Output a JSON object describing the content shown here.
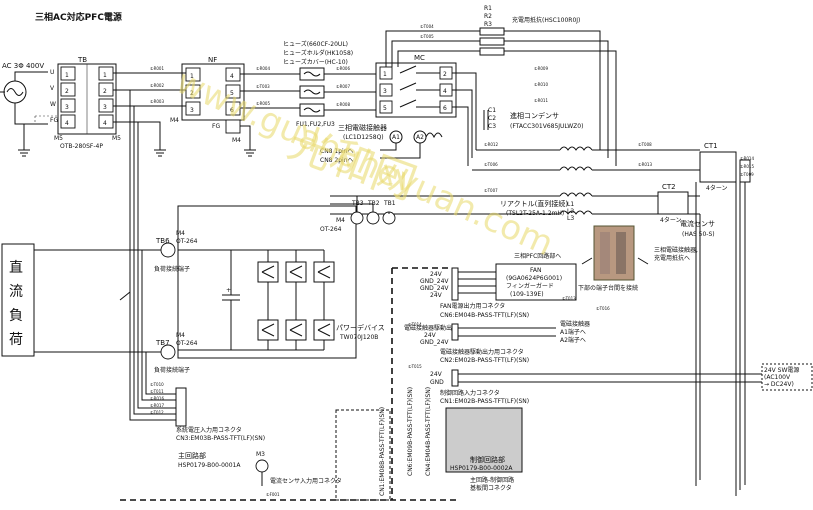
{
  "title": "三相AC対応PFC電源",
  "source": {
    "label": "AC 3Φ 400V",
    "phases": [
      "U",
      "V",
      "W",
      "FG"
    ]
  },
  "dc_load": {
    "chars": [
      "直",
      "流",
      "負",
      "荷"
    ]
  },
  "tb": {
    "name": "TB",
    "part": "OTB-280SF-4P",
    "terms": [
      "1",
      "2",
      "3",
      "4"
    ],
    "screw_left": "M5",
    "screw_right": "M5"
  },
  "nf": {
    "name": "NF",
    "terms_in": [
      "1",
      "2",
      "3"
    ],
    "terms_out": [
      "4",
      "5",
      "6"
    ],
    "fg": "FG",
    "m4": "M4",
    "m4b": "M4"
  },
  "fuse": {
    "labels": [
      "ヒューズ(660CF-20UL)",
      "ヒューズホルダ(HK1058)",
      "ヒューズカバー(HC-10)"
    ],
    "group": "FU1,FU2,FU3"
  },
  "mc": {
    "name": "MC",
    "terms": [
      "1",
      "2",
      "3",
      "4",
      "5",
      "6"
    ],
    "label1": "三相電磁接触器",
    "label2": "(LC1D1258Q)",
    "a1": "A1",
    "a2": "A2"
  },
  "cn8": {
    "a": "CN8 1pinへ",
    "b": "CN8 2pinへ"
  },
  "resistor": {
    "names": [
      "R1",
      "R2",
      "R3"
    ],
    "label": "充電用抵抗(HSC100R0J)"
  },
  "capacitor": {
    "names": [
      "C1",
      "C2",
      "C3"
    ],
    "label1": "進相コンデンサ",
    "label2": "(FTACC301V685JULWZ0)"
  },
  "reactor": {
    "label1": "リアクトル(直列接続)",
    "label2": "(TSL2T-25A-1.2mH)",
    "names": [
      "L1",
      "L2",
      "L3"
    ]
  },
  "ct": {
    "ct1": "CT1",
    "ct2": "CT2",
    "turns": "4ターン",
    "turns2": "4ターン",
    "label1": "電流センサ",
    "label2": "(HAS 50-S)"
  },
  "tbp": {
    "names": [
      "TB3",
      "TB2",
      "TB1"
    ],
    "m4": "M4",
    "part": "OT-264"
  },
  "tb6": {
    "name": "TB6",
    "m4": "M4",
    "part": "OT-264",
    "label": "負荷接続端子"
  },
  "tb7": {
    "name": "TB7",
    "m4": "M4",
    "part": "OT-264",
    "label": "負荷接続端子"
  },
  "power_device": {
    "label": "パワーデバイス",
    "part": "TW070J120B"
  },
  "fan": {
    "name": "FAN",
    "part": "(9GA0624P6G001)",
    "guard": "フィンガーガード",
    "guard_part": "(109-139E)",
    "pins": [
      "24V",
      "GND_24V",
      "GND_24V",
      "24V"
    ]
  },
  "fan_connector": {
    "label1": "FAN電源出力用コネクタ",
    "label2": "CN6:EM04B-PASS-TFT(LF)(SN)"
  },
  "mc_drive": {
    "label": "電磁接触器駆動出力",
    "a1": "電磁接触器",
    "a1b": "A1端子へ",
    "a2b": "A2端子へ",
    "pins": [
      "24V",
      "GND_24V"
    ]
  },
  "mc_connector": {
    "label1": "電磁接触器駆動出力用コネクタ",
    "label2": "CN2:EM02B-PASS-TFT(LF)(SN)"
  },
  "ctrl_input": {
    "label1": "制御回路入力コネクタ",
    "label2": "CN1:EM02B-PASS-TFT(LF)(SN)",
    "pins": [
      "24V",
      "GND"
    ]
  },
  "ps24": {
    "label1": "24V SW電源",
    "label2": "(AC100V",
    "label3": "→ DC24V)"
  },
  "vin_connector": {
    "label1": "系統電圧入力用コネクタ",
    "label2": "CN3:EM03B-PASS-TFT(LF)(SN)"
  },
  "main_circuit": {
    "label": "主回路部",
    "part": "HSP0179-B00-0001A",
    "m3": "M3"
  },
  "ctrl_circuit": {
    "label": "制御回路部",
    "part": "HSP0179-B00-0002A"
  },
  "board_connector": {
    "label1": "主回路-制御回路",
    "label2": "基板間コネクタ"
  },
  "current_connector": {
    "label": "電流センサ入力用コネクタ"
  },
  "vert_connectors": [
    "CN1:EM08B-PASS-TFT(LF)(SN)",
    "CN6:EM09B-PASS-TFT(LF)(SN)",
    "CN4:EM04B-PASS-TFT(LF)(SN)"
  ],
  "photo": {
    "label1": "三相PFC回路部へ",
    "label2": "三相電磁接触器,",
    "label3": "充電用抵抗へ",
    "label4": "下部の端子台間を接続"
  },
  "wire_ids": [
    "①R001",
    "①R002",
    "①R003",
    "①R004",
    "①T003",
    "①R005",
    "①R006",
    "①R007",
    "①R008",
    "①T004",
    "①T005",
    "①R009",
    "①R010",
    "①R011",
    "①R012",
    "①T006",
    "①T007",
    "①T008",
    "①R013",
    "①R014",
    "①R015",
    "①T009",
    "①T010",
    "①T011",
    "①R016",
    "①R017",
    "①T012",
    "①T013",
    "①T014",
    "①T015",
    "①F001",
    "①T016"
  ],
  "watermark": {
    "text1": "光和网",
    "text2": "www.guangheyuan.com"
  },
  "colors": {
    "line": "#111111",
    "watermark": "#e9d96a",
    "block": "#bbbbbb"
  }
}
